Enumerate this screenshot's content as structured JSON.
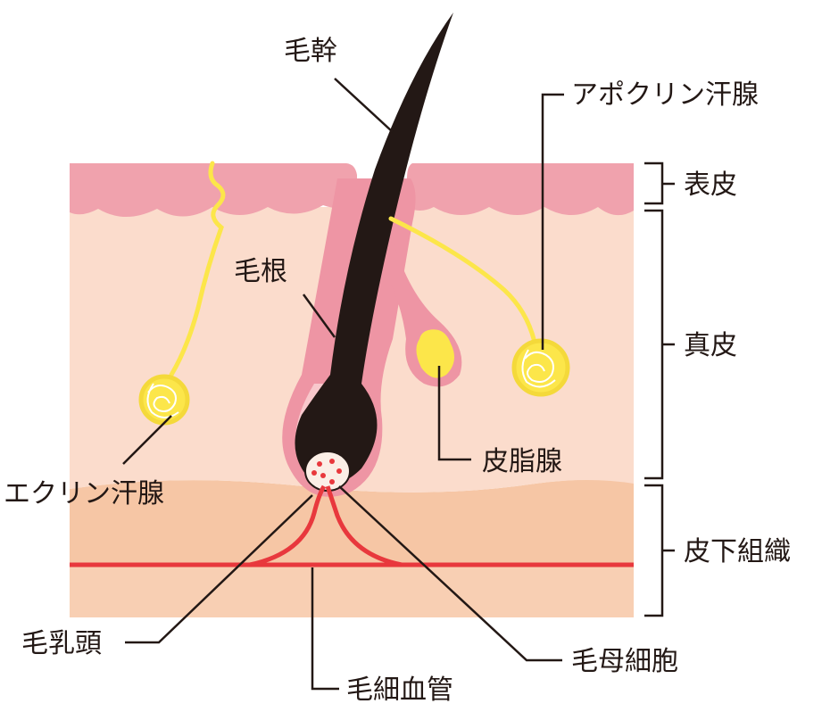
{
  "labels": {
    "hair_shaft": "毛幹",
    "apocrine_gland": "アポクリン汗腺",
    "epidermis": "表皮",
    "hair_root": "毛根",
    "dermis": "真皮",
    "sebaceous_gland": "皮脂腺",
    "eccrine_gland": "エクリン汗腺",
    "subcutaneous": "皮下組織",
    "dermal_papilla": "毛乳頭",
    "hair_matrix": "毛母細胞",
    "capillary": "毛細血管"
  },
  "colors": {
    "epidermis": "#f0a2ad",
    "dermis": "#fbdccc",
    "subcutaneous": "#f6c6a5",
    "hair": "#231815",
    "gland": "#fce64a",
    "vessel": "#e8383d",
    "follicle_sheath": "#ee95a4"
  }
}
